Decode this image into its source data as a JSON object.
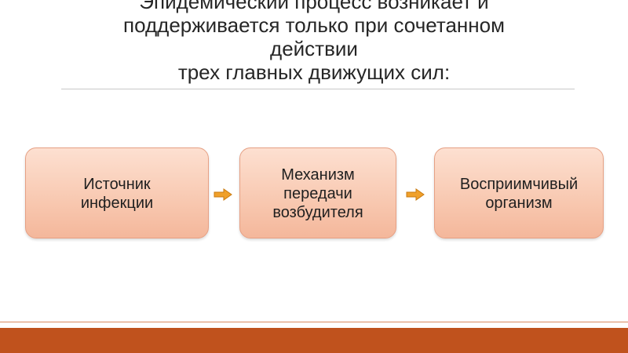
{
  "slide": {
    "title_lines": [
      "Эпидемический процесс возникает и",
      "поддерживается только при сочетанном",
      "действии",
      "трех главных движущих сил:"
    ]
  },
  "diagram": {
    "nodes": [
      {
        "label": "Источник\nинфекции"
      },
      {
        "label": "Механизм\nпередачи\nвозбудителя"
      },
      {
        "label": "Восприимчивый\nорганизм"
      }
    ],
    "arrow_icon": "right-arrow-icon"
  },
  "colors": {
    "box_fill": "#f8c8b0",
    "box_border": "#e6a084",
    "arrow": "#e89a1e",
    "footer_bar": "#c0521d"
  }
}
